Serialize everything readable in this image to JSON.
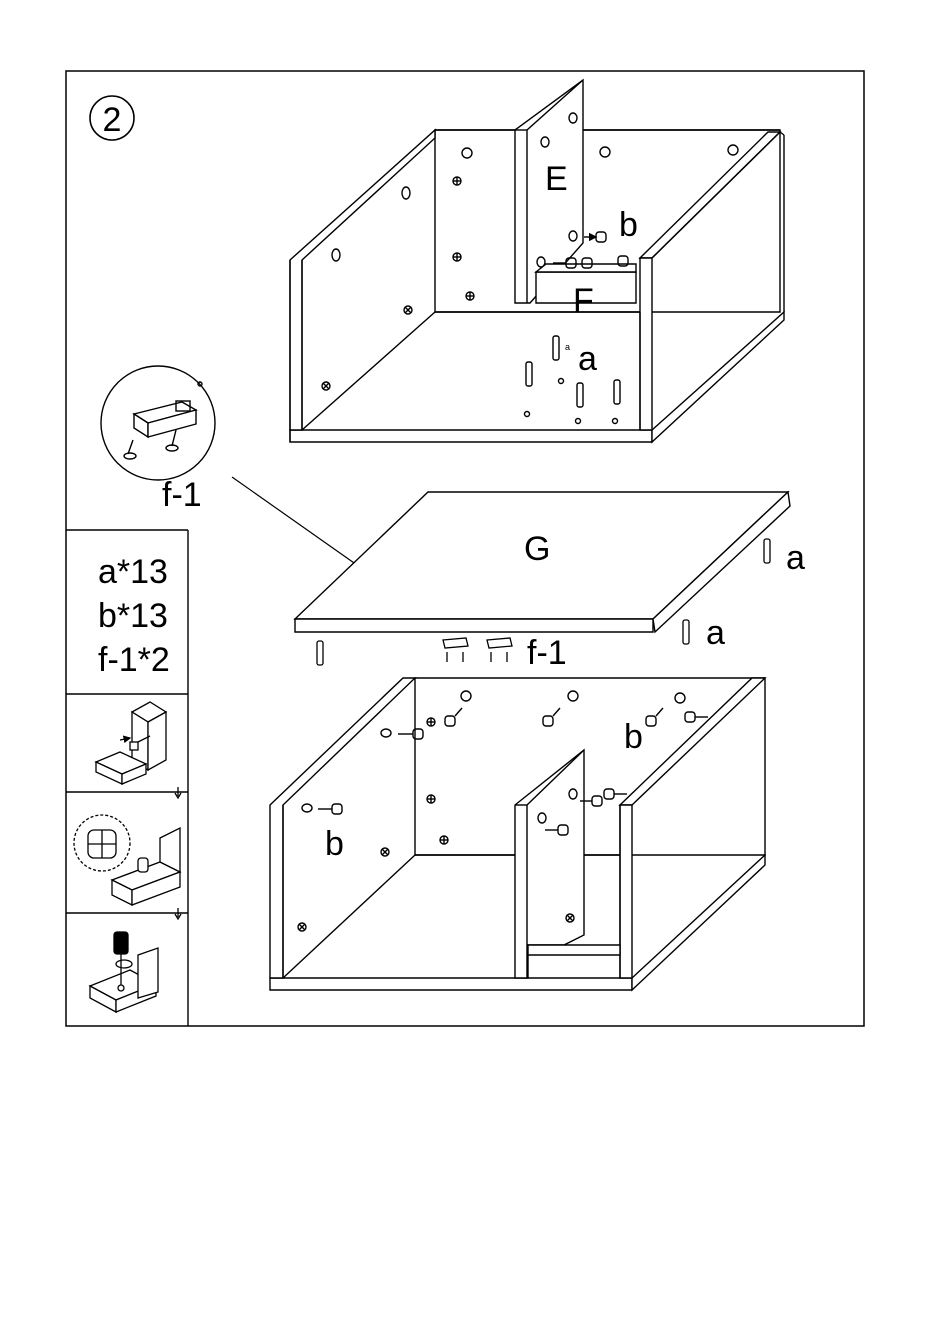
{
  "step": {
    "number": "2"
  },
  "parts": {
    "E": "E",
    "F": "F",
    "G": "G"
  },
  "fasteners": {
    "a": "a",
    "a_small": "a",
    "b": "b",
    "f1": "f-1"
  },
  "inventory": [
    "a*13",
    "b*13",
    "f-1*2"
  ],
  "instruction_icons": [
    "cam-bolt-insert-icon",
    "cam-lock-turn-icon",
    "screwdriver-tighten-icon"
  ],
  "colors": {
    "line": "#000000",
    "background": "#ffffff"
  }
}
